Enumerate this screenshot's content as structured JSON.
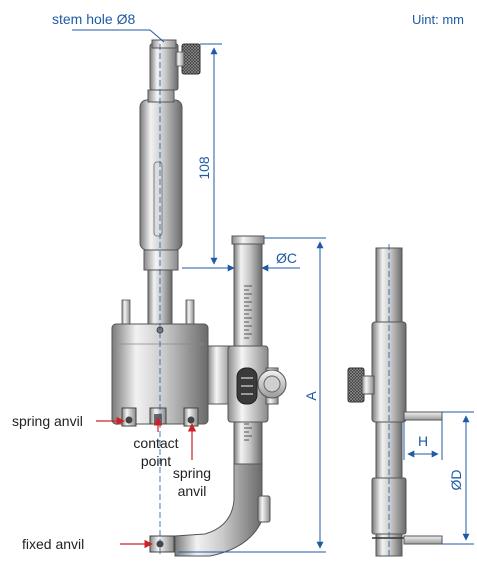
{
  "unit_label": "Uint: mm",
  "dims": {
    "stem_hole": "stem hole Ø8",
    "length": "108",
    "dia_c": "ØC",
    "a": "A",
    "h": "H",
    "dia_d": "ØD"
  },
  "parts": {
    "spring_anvil_left": "spring anvil",
    "contact_point_1": "contact",
    "contact_point_2": "point",
    "spring_anvil_right_1": "spring",
    "spring_anvil_right_2": "anvil",
    "fixed_anvil": "fixed anvil"
  },
  "colors": {
    "dimension": "#1f5aa6",
    "leader": "#d0202a",
    "metal_dark": "#6e6e6e",
    "metal_light": "#e6e6e6"
  }
}
